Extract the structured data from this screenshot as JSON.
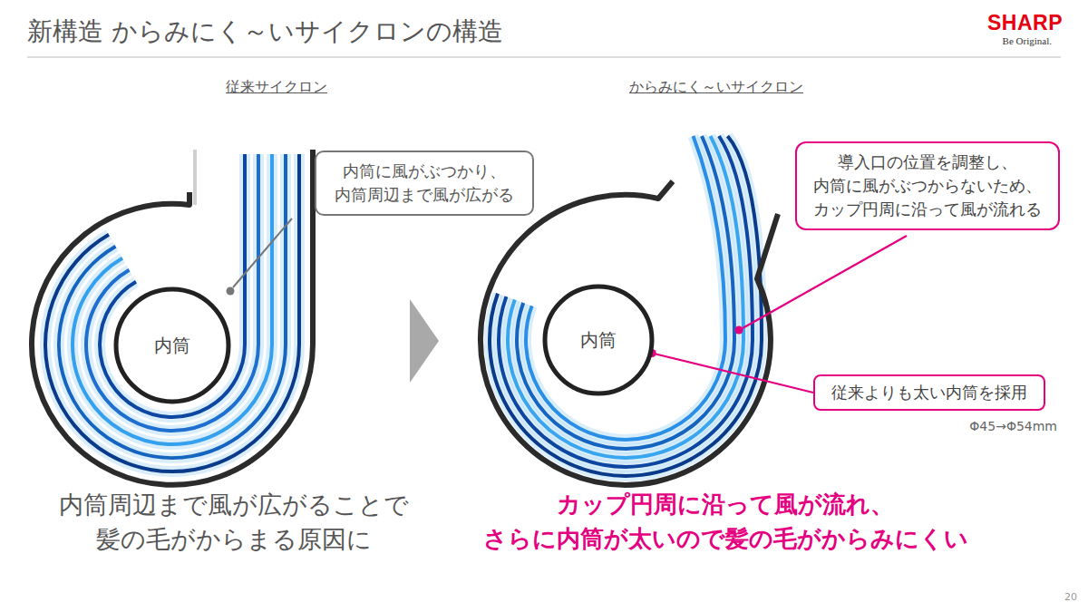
{
  "diagram": {
    "title": "新構造 からみにく～いサイクロンの構造",
    "nodes": [
      {
        "text": [
          "内筒に風がぶつかり、 内筒周辺まで風が広がる"
        ]
      },
      {
        "text": [
          "内筒"
        ]
      },
      {
        "text": [
          "導入口の位置を調整し、 内筒に風がぶつからないため、 カップ円周に沿って風が流れる"
        ]
      },
      {
        "text": [
          "内筒"
        ]
      },
      {
        "text": [
          "従来よりも太い内筒を採用"
        ]
      }
    ],
    "edges": [
      {
        "from": 4,
        "to": 3,
        "arrow": "none"
      }
    ],
    "labels": [
      "SHARP",
      "Be Original.",
      "従来サイクロン",
      "からみにく～いサイクロン",
      "Φ45→Φ54mm",
      "内筒周辺まで風が広がることで 髪の毛がからまる原因に",
      "カップ円周に沿って風が流れ、 さらに内筒が太いので髪の毛がからみにくい",
      "20"
    ]
  }
}
